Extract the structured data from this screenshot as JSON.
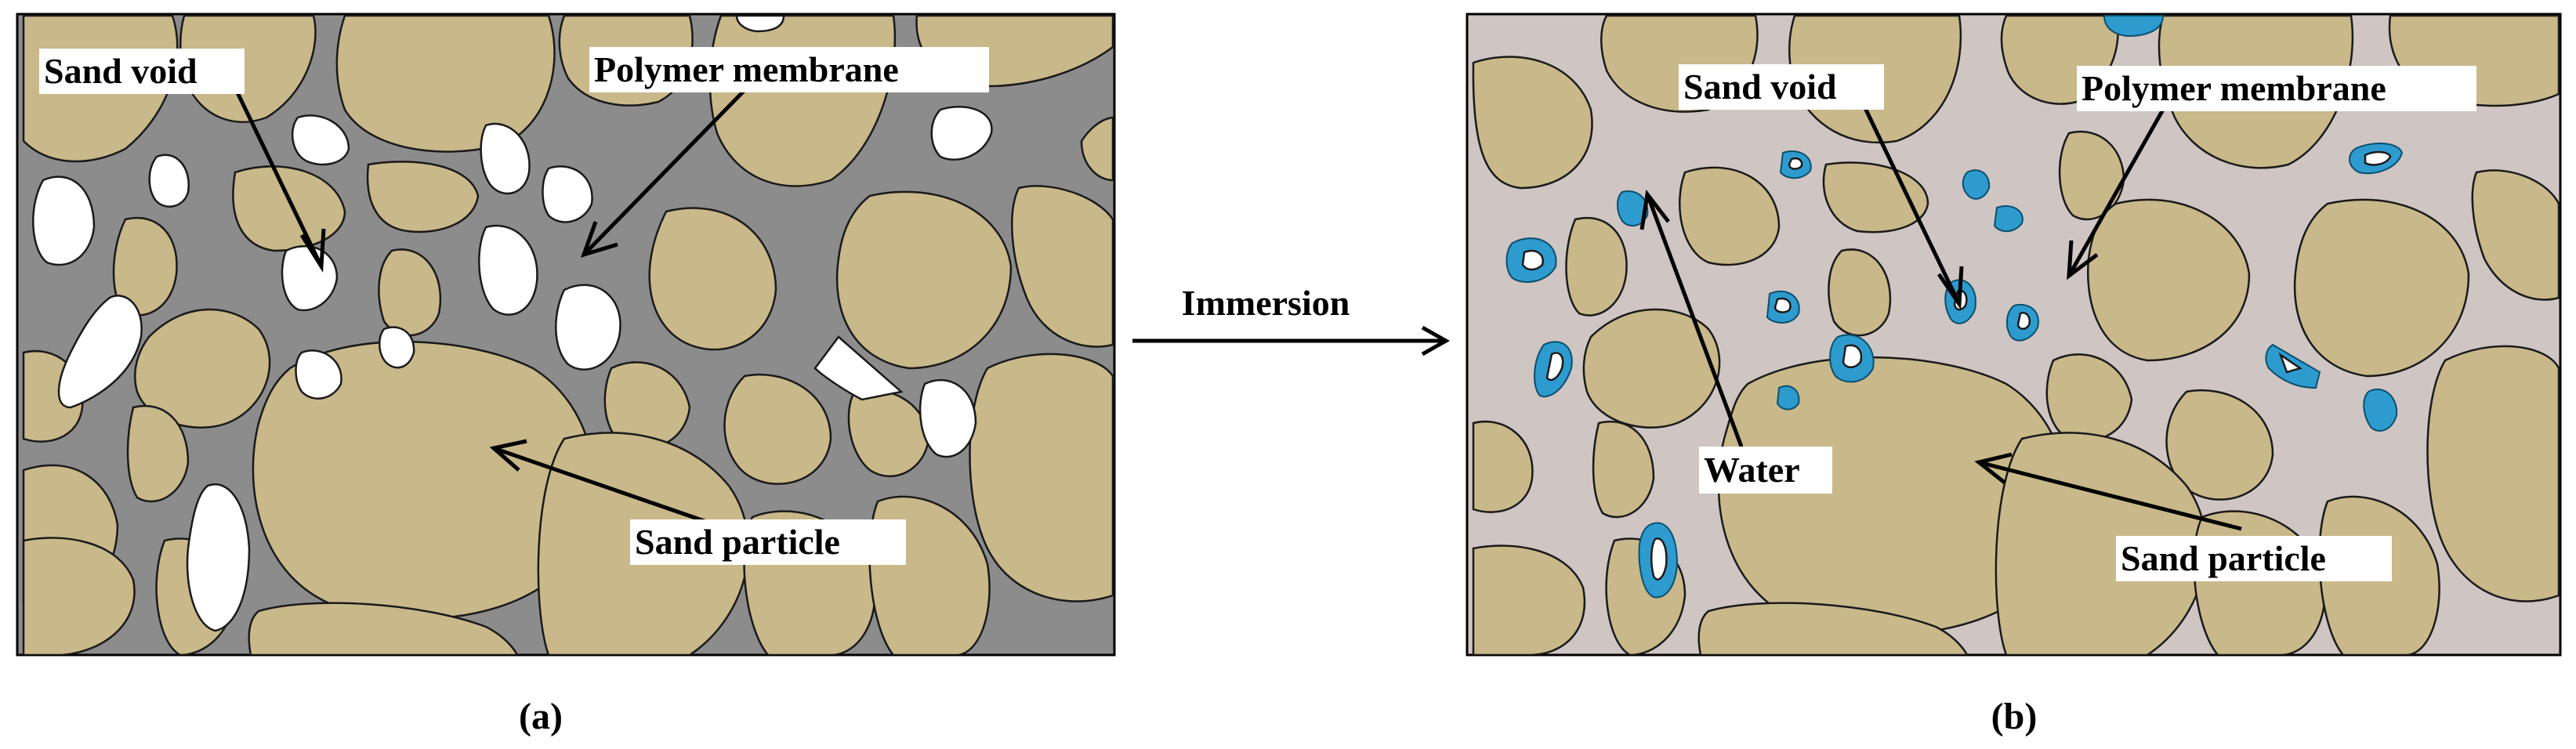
{
  "panel_a": {
    "labels": {
      "sand_void": "Sand void",
      "polymer_membrane": "Polymer membrane",
      "sand_particle": "Sand particle"
    },
    "caption": "(a)"
  },
  "process": {
    "label": "Immersion"
  },
  "panel_b": {
    "labels": {
      "sand_void": "Sand void",
      "polymer_membrane": "Polymer membrane",
      "water": "Water",
      "sand_particle": "Sand particle"
    },
    "caption": "(b)"
  },
  "colors": {
    "sand": "#c8b88a",
    "membrane_a": "#8c8c8c",
    "membrane_b": "#cfc5c3",
    "void": "#ffffff",
    "water": "#2e9bcf"
  }
}
